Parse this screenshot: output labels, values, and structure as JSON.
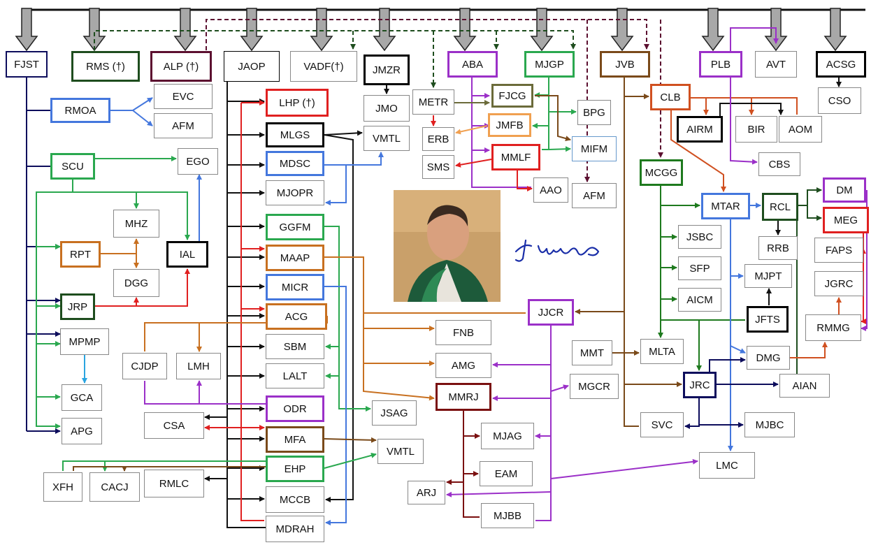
{
  "nodes": [
    {
      "id": "FJST",
      "label": "FJST",
      "color": "#0d0d5c",
      "bw": 2
    },
    {
      "id": "RMS",
      "label": "RMS (†)",
      "color": "#1e4d1e",
      "bw": 3
    },
    {
      "id": "ALP",
      "label": "ALP (†)",
      "color": "#5c1030",
      "bw": 3
    },
    {
      "id": "JAOP",
      "label": "JAOP",
      "color": "#000000",
      "bw": 1
    },
    {
      "id": "VADF",
      "label": "VADF(†)",
      "color": "#888888",
      "bw": 1
    },
    {
      "id": "JMZR",
      "label": "JMZR",
      "color": "#000000",
      "bw": 3
    },
    {
      "id": "ABA",
      "label": "ABA",
      "color": "#9b30c8",
      "bw": 3
    },
    {
      "id": "MJGP",
      "label": "MJGP",
      "color": "#2aa84f",
      "bw": 3
    },
    {
      "id": "JVB",
      "label": "JVB",
      "color": "#7a4a1a",
      "bw": 3
    },
    {
      "id": "PLB",
      "label": "PLB",
      "color": "#9b30c8",
      "bw": 3
    },
    {
      "id": "AVT",
      "label": "AVT",
      "color": "#888888",
      "bw": 1
    },
    {
      "id": "ACSG",
      "label": "ACSG",
      "color": "#000000",
      "bw": 3
    },
    {
      "id": "CSO",
      "label": "CSO",
      "color": "#888888",
      "bw": 1
    },
    {
      "id": "RMOA",
      "label": "RMOA",
      "color": "#4477dd",
      "bw": 3
    },
    {
      "id": "EVC",
      "label": "EVC",
      "color": "#888888",
      "bw": 1
    },
    {
      "id": "AFM1",
      "label": "AFM",
      "color": "#888888",
      "bw": 1
    },
    {
      "id": "SCU",
      "label": "SCU",
      "color": "#2aa84f",
      "bw": 3
    },
    {
      "id": "EGO",
      "label": "EGO",
      "color": "#888888",
      "bw": 1
    },
    {
      "id": "MHZ",
      "label": "MHZ",
      "color": "#888888",
      "bw": 1
    },
    {
      "id": "RPT",
      "label": "RPT",
      "color": "#c87020",
      "bw": 3
    },
    {
      "id": "IAL",
      "label": "IAL",
      "color": "#000000",
      "bw": 3
    },
    {
      "id": "DGG",
      "label": "DGG",
      "color": "#888888",
      "bw": 1
    },
    {
      "id": "JRP",
      "label": "JRP",
      "color": "#1e4d1e",
      "bw": 3
    },
    {
      "id": "MPMP",
      "label": "MPMP",
      "color": "#888888",
      "bw": 1
    },
    {
      "id": "GCA",
      "label": "GCA",
      "color": "#888888",
      "bw": 1
    },
    {
      "id": "APG",
      "label": "APG",
      "color": "#888888",
      "bw": 1
    },
    {
      "id": "CJDP",
      "label": "CJDP",
      "color": "#888888",
      "bw": 1
    },
    {
      "id": "LMH",
      "label": "LMH",
      "color": "#888888",
      "bw": 1
    },
    {
      "id": "CSA",
      "label": "CSA",
      "color": "#888888",
      "bw": 1
    },
    {
      "id": "XFH",
      "label": "XFH",
      "color": "#888888",
      "bw": 1
    },
    {
      "id": "CACJ",
      "label": "CACJ",
      "color": "#888888",
      "bw": 1
    },
    {
      "id": "RMLC",
      "label": "RMLC",
      "color": "#888888",
      "bw": 1
    },
    {
      "id": "LHP",
      "label": "LHP (†)",
      "color": "#e02020",
      "bw": 3
    },
    {
      "id": "MLGS",
      "label": "MLGS",
      "color": "#000000",
      "bw": 3
    },
    {
      "id": "MDSC",
      "label": "MDSC",
      "color": "#4477dd",
      "bw": 3
    },
    {
      "id": "MJOPR",
      "label": "MJOPR",
      "color": "#888888",
      "bw": 1
    },
    {
      "id": "GGFM",
      "label": "GGFM",
      "color": "#2aa84f",
      "bw": 3
    },
    {
      "id": "MAAP",
      "label": "MAAP",
      "color": "#c87020",
      "bw": 3
    },
    {
      "id": "MICR",
      "label": "MICR",
      "color": "#4477dd",
      "bw": 3
    },
    {
      "id": "ACG",
      "label": "ACG",
      "color": "#c87020",
      "bw": 3
    },
    {
      "id": "SBM",
      "label": "SBM",
      "color": "#888888",
      "bw": 1
    },
    {
      "id": "LALT",
      "label": "LALT",
      "color": "#888888",
      "bw": 1
    },
    {
      "id": "ODR",
      "label": "ODR",
      "color": "#9b30c8",
      "bw": 3
    },
    {
      "id": "MFA",
      "label": "MFA",
      "color": "#7a4a1a",
      "bw": 3
    },
    {
      "id": "EHP",
      "label": "EHP",
      "color": "#2aa84f",
      "bw": 3
    },
    {
      "id": "MCCB",
      "label": "MCCB",
      "color": "#888888",
      "bw": 1
    },
    {
      "id": "MDRAH",
      "label": "MDRAH",
      "color": "#888888",
      "bw": 1
    },
    {
      "id": "JMO",
      "label": "JMO",
      "color": "#888888",
      "bw": 1
    },
    {
      "id": "VMTL1",
      "label": "VMTL",
      "color": "#888888",
      "bw": 1
    },
    {
      "id": "JSAG",
      "label": "JSAG",
      "color": "#888888",
      "bw": 1
    },
    {
      "id": "VMTL2",
      "label": "VMTL",
      "color": "#888888",
      "bw": 1
    },
    {
      "id": "METR",
      "label": "METR",
      "color": "#888888",
      "bw": 1
    },
    {
      "id": "ERB",
      "label": "ERB",
      "color": "#888888",
      "bw": 1
    },
    {
      "id": "SMS",
      "label": "SMS",
      "color": "#888888",
      "bw": 1
    },
    {
      "id": "FJCG",
      "label": "FJCG",
      "color": "#6b6b3a",
      "bw": 3
    },
    {
      "id": "JMFB",
      "label": "JMFB",
      "color": "#f0a050",
      "bw": 3
    },
    {
      "id": "MMLF",
      "label": "MMLF",
      "color": "#e02020",
      "bw": 3
    },
    {
      "id": "AAO",
      "label": "AAO",
      "color": "#888888",
      "bw": 1
    },
    {
      "id": "BPG",
      "label": "BPG",
      "color": "#888888",
      "bw": 1
    },
    {
      "id": "MIFM",
      "label": "MIFM",
      "color": "#6699cc",
      "bw": 1
    },
    {
      "id": "AFM2",
      "label": "AFM",
      "color": "#888888",
      "bw": 1
    },
    {
      "id": "FNB",
      "label": "FNB",
      "color": "#888888",
      "bw": 1
    },
    {
      "id": "AMG",
      "label": "AMG",
      "color": "#888888",
      "bw": 1
    },
    {
      "id": "JJCR",
      "label": "JJCR",
      "color": "#9b30c8",
      "bw": 3
    },
    {
      "id": "MMRJ",
      "label": "MMRJ",
      "color": "#7a1010",
      "bw": 3
    },
    {
      "id": "MGCR",
      "label": "MGCR",
      "color": "#888888",
      "bw": 1
    },
    {
      "id": "MJAG",
      "label": "MJAG",
      "color": "#888888",
      "bw": 1
    },
    {
      "id": "EAM",
      "label": "EAM",
      "color": "#888888",
      "bw": 1
    },
    {
      "id": "ARJ",
      "label": "ARJ",
      "color": "#888888",
      "bw": 1
    },
    {
      "id": "MJBB",
      "label": "MJBB",
      "color": "#888888",
      "bw": 1
    },
    {
      "id": "CLB",
      "label": "CLB",
      "color": "#d05020",
      "bw": 3
    },
    {
      "id": "AIRM",
      "label": "AIRM",
      "color": "#000000",
      "bw": 3
    },
    {
      "id": "BIR",
      "label": "BIR",
      "color": "#888888",
      "bw": 1
    },
    {
      "id": "AOM",
      "label": "AOM",
      "color": "#888888",
      "bw": 1
    },
    {
      "id": "CBS",
      "label": "CBS",
      "color": "#888888",
      "bw": 1
    },
    {
      "id": "MCGG",
      "label": "MCGG",
      "color": "#1e7a1e",
      "bw": 3
    },
    {
      "id": "MTAR",
      "label": "MTAR",
      "color": "#4477dd",
      "bw": 3
    },
    {
      "id": "RCL",
      "label": "RCL",
      "color": "#1e4d1e",
      "bw": 3
    },
    {
      "id": "DM",
      "label": "DM",
      "color": "#9b30c8",
      "bw": 3
    },
    {
      "id": "MEG",
      "label": "MEG",
      "color": "#e02020",
      "bw": 3
    },
    {
      "id": "RRB",
      "label": "RRB",
      "color": "#888888",
      "bw": 1
    },
    {
      "id": "FAPS",
      "label": "FAPS",
      "color": "#888888",
      "bw": 1
    },
    {
      "id": "JGRC",
      "label": "JGRC",
      "color": "#888888",
      "bw": 1
    },
    {
      "id": "RMMG",
      "label": "RMMG",
      "color": "#888888",
      "bw": 1
    },
    {
      "id": "JSBC",
      "label": "JSBC",
      "color": "#888888",
      "bw": 1
    },
    {
      "id": "SFP",
      "label": "SFP",
      "color": "#888888",
      "bw": 1
    },
    {
      "id": "AICM",
      "label": "AICM",
      "color": "#888888",
      "bw": 1
    },
    {
      "id": "MJPT",
      "label": "MJPT",
      "color": "#888888",
      "bw": 1
    },
    {
      "id": "JFTS",
      "label": "JFTS",
      "color": "#000000",
      "bw": 3
    },
    {
      "id": "MMT",
      "label": "MMT",
      "color": "#888888",
      "bw": 1
    },
    {
      "id": "MLTA",
      "label": "MLTA",
      "color": "#888888",
      "bw": 1
    },
    {
      "id": "DMG",
      "label": "DMG",
      "color": "#888888",
      "bw": 1
    },
    {
      "id": "JRC",
      "label": "JRC",
      "color": "#0d0d5c",
      "bw": 3
    },
    {
      "id": "AIAN",
      "label": "AIAN",
      "color": "#888888",
      "bw": 1
    },
    {
      "id": "SVC",
      "label": "SVC",
      "color": "#888888",
      "bw": 1
    },
    {
      "id": "MJBC",
      "label": "MJBC",
      "color": "#888888",
      "bw": 1
    },
    {
      "id": "LMC",
      "label": "LMC",
      "color": "#888888",
      "bw": 1
    }
  ],
  "signature": "J. Burgos"
}
